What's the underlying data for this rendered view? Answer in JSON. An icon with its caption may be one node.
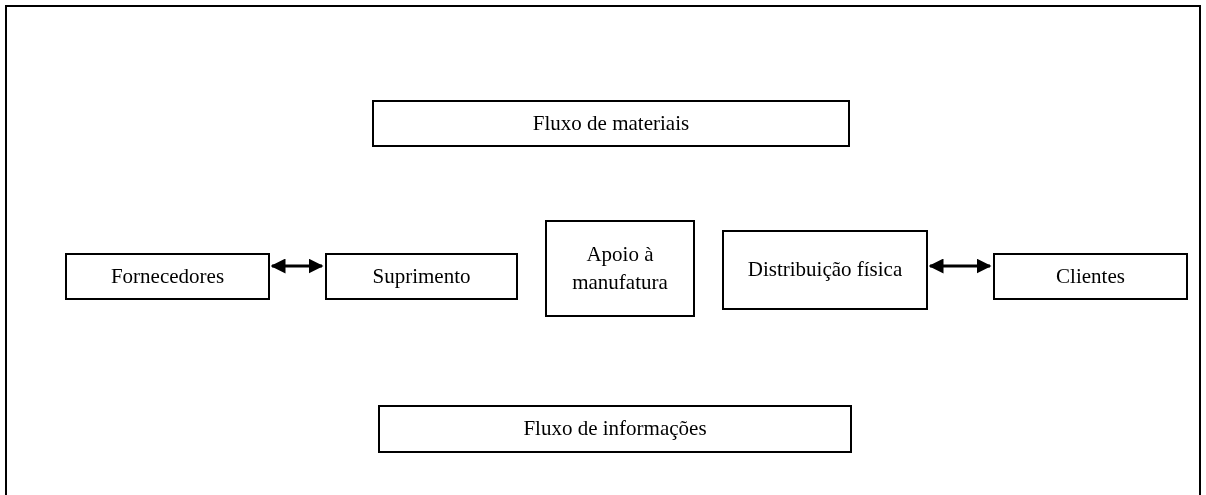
{
  "diagram": {
    "nodes": [
      {
        "text": [
          "Fluxo de materiais"
        ]
      },
      {
        "text": [
          "Fornecedores"
        ]
      },
      {
        "text": [
          "Suprimento"
        ]
      },
      {
        "text": [
          "Apoio à manufatura"
        ]
      },
      {
        "text": [
          "Distribuição física"
        ]
      },
      {
        "text": [
          "Clientes"
        ]
      },
      {
        "text": [
          "Fluxo de informações"
        ]
      }
    ],
    "edges": [
      {
        "from": 1,
        "to": 2,
        "arrow": "both"
      },
      {
        "from": 4,
        "to": 5,
        "arrow": "both"
      }
    ]
  }
}
